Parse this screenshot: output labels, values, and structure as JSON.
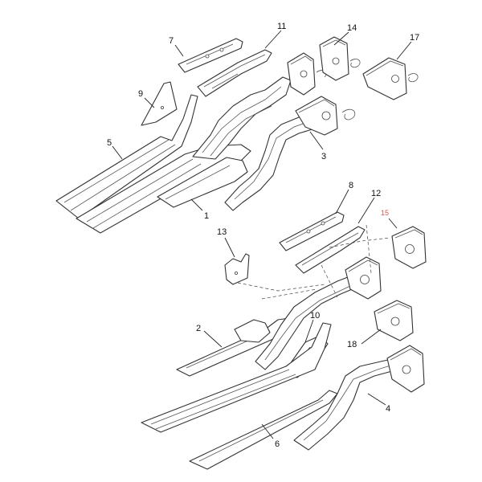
{
  "callouts": [
    {
      "id": "p1",
      "label": "1"
    },
    {
      "id": "p2",
      "label": "2"
    },
    {
      "id": "p3",
      "label": "3"
    },
    {
      "id": "p4",
      "label": "4"
    },
    {
      "id": "p5",
      "label": "5"
    },
    {
      "id": "p6",
      "label": "6"
    },
    {
      "id": "p7",
      "label": "7"
    },
    {
      "id": "p8",
      "label": "8"
    },
    {
      "id": "p9",
      "label": "9"
    },
    {
      "id": "p10",
      "label": "10"
    },
    {
      "id": "p11",
      "label": "11"
    },
    {
      "id": "p12",
      "label": "12"
    },
    {
      "id": "p13",
      "label": "13"
    },
    {
      "id": "p14",
      "label": "14"
    },
    {
      "id": "p15",
      "label": "15"
    },
    {
      "id": "p17",
      "label": "17"
    },
    {
      "id": "p18",
      "label": "18"
    }
  ]
}
